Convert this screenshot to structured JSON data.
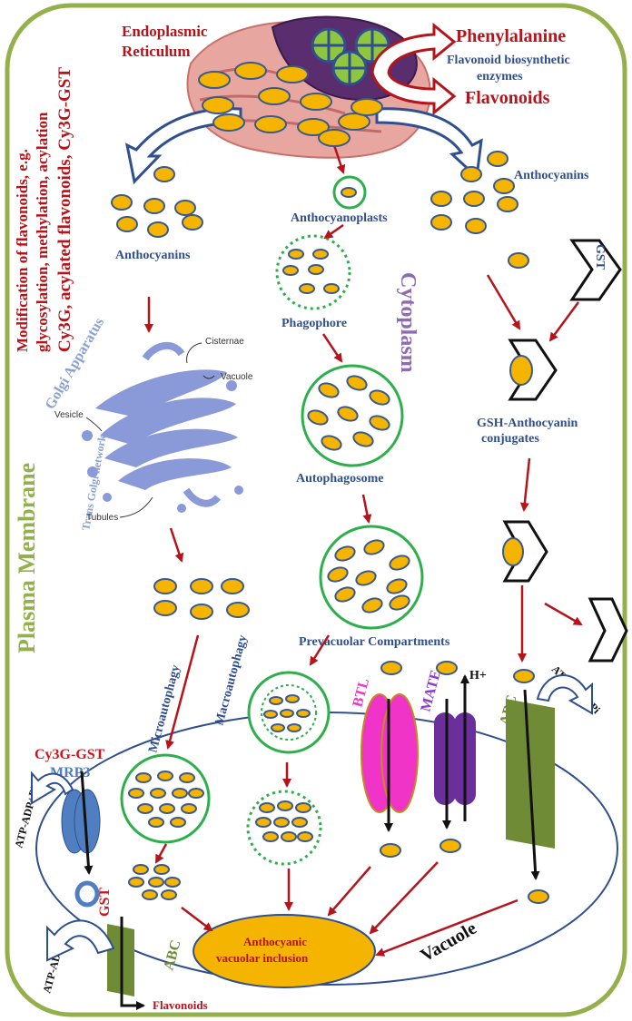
{
  "labels": {
    "er": [
      "Endoplasmic",
      "Reticulum"
    ],
    "phenylalanine": "Phenylalanine",
    "flavonoid_enzymes": [
      "Flavonoid biosynthetic",
      "enzymes"
    ],
    "flavonoids_top": "Flavonoids",
    "anthocyanins_left": "Anthocyanins",
    "anthocyanins_right": "Anthocyanins",
    "anthocyanoplasts": "Anthocyanoplasts",
    "phagophore": "Phagophore",
    "autophagosome": "Autophagosome",
    "prevacuolar": "Prevacuolar Compartments",
    "cytoplasm": "Cytoplasm",
    "gst_top": "GST",
    "gsh_conjugates": [
      "GSH-Anthocyanin",
      "conjugates"
    ],
    "modification": [
      "Modification of flavonoids, e.g.",
      "glycosylation, methylation, acylation",
      "Cy3G, acylated flavonoids, Cy3G-GST"
    ],
    "golgi": "Golgi Apparatus",
    "trans_golgi": "Trans Golgi network",
    "cisternae": "Cisternae",
    "vacuole_small": "Vacuole",
    "vesicle": "Vesicle",
    "tubules": "Tubules",
    "plasma_membrane": "Plasma Membrane",
    "microautophagy": "Microautophagy",
    "macroautophagy": "Macroautophagy",
    "btl": "BTL",
    "mate": "MATE",
    "h_plus": "H+",
    "abc_right": "ABC",
    "atp_right": "ATP-ADP+Pi",
    "cy3g_gst": "Cy3G-GST",
    "mrp3": "MRP3",
    "atp_left_top": "ATP-ADP+Pi",
    "gst_bottom": "GST",
    "atp_left_bottom": "ATP-ADP+Pi",
    "abc_left": "ABC",
    "flavonoids_bottom": "Flavonoids",
    "inclusion": [
      "Anthocyanic",
      "vacuolar inclusion"
    ],
    "vacuole": "Vacuole"
  },
  "colors": {
    "cell_border": "#94b04a",
    "vesicle_fill": "#f5b400",
    "vesicle_stroke": "#3a5a8c",
    "arrow_red": "#b5141b",
    "circle_green": "#2db04b",
    "btl_pink": "#f034c8",
    "mate_purple": "#6a2f9a",
    "abc_green": "#6f8b35",
    "mrp3_blue": "#4f7fc0",
    "golgi_blue": "#8a99d8"
  }
}
